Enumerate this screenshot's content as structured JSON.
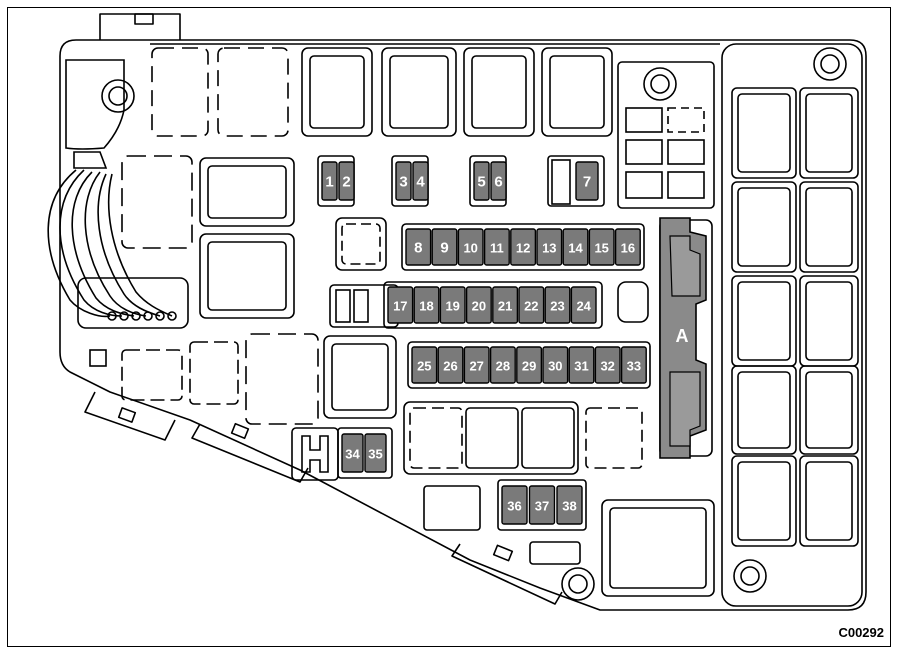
{
  "figure_code": "C00292",
  "connector_label": "A",
  "colors": {
    "fuse_fill": "#7a7a7a",
    "connector_fill": "#8a8a8a",
    "outline": "#000000",
    "background": "#ffffff"
  },
  "fuse_groups": [
    {
      "name": "row-top-pair-a",
      "labels": [
        "1",
        "2"
      ]
    },
    {
      "name": "row-top-pair-b",
      "labels": [
        "3",
        "4"
      ]
    },
    {
      "name": "row-top-pair-c",
      "labels": [
        "5",
        "6"
      ]
    },
    {
      "name": "row-top-single",
      "labels": [
        "7"
      ]
    },
    {
      "name": "row-8-16",
      "labels": [
        "8",
        "9",
        "10",
        "11",
        "12",
        "13",
        "14",
        "15",
        "16"
      ]
    },
    {
      "name": "row-17-24",
      "labels": [
        "17",
        "18",
        "19",
        "20",
        "21",
        "22",
        "23",
        "24"
      ]
    },
    {
      "name": "row-25-33",
      "labels": [
        "25",
        "26",
        "27",
        "28",
        "29",
        "30",
        "31",
        "32",
        "33"
      ]
    },
    {
      "name": "row-34-35",
      "labels": [
        "34",
        "35"
      ]
    },
    {
      "name": "row-36-38",
      "labels": [
        "36",
        "37",
        "38"
      ]
    }
  ]
}
